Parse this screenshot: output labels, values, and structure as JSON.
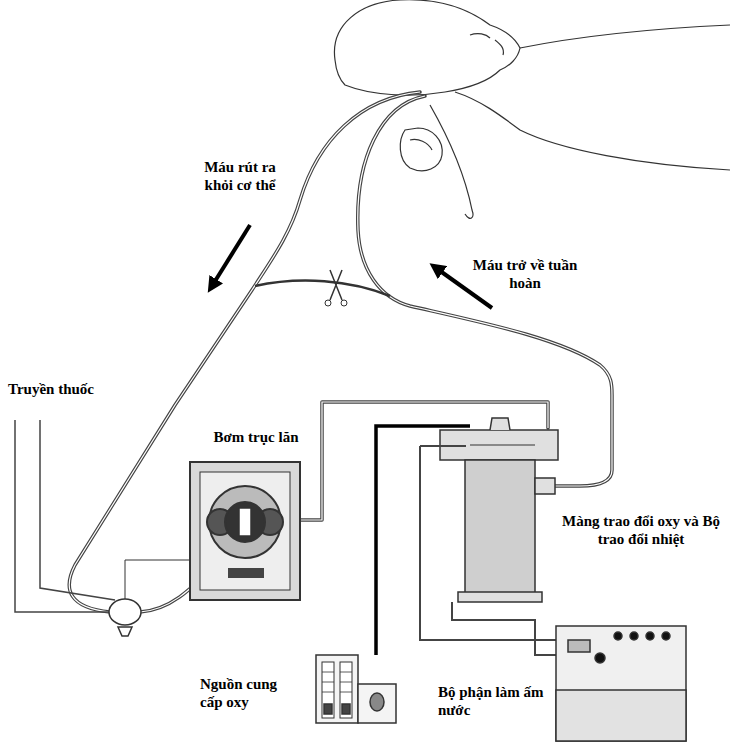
{
  "diagram": {
    "labels": [
      "Máu rút ra khỏi cơ thể",
      "Máu trở về tuần hoàn",
      "Truyền thuốc",
      "Bơm trục lăn",
      "Màng trao đổi oxy và Bộ trao đổi nhiệt",
      "Nguồn cung cấp oxy",
      "Bộ phận làm ấm nước"
    ]
  }
}
